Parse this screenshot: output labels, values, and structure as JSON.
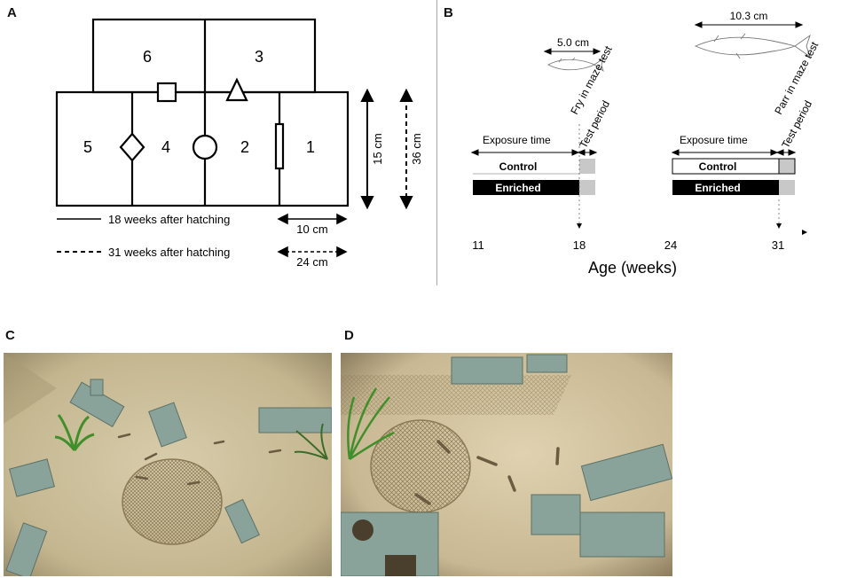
{
  "panels": {
    "a": {
      "letter": "A",
      "compartments": [
        "1",
        "2",
        "3",
        "4",
        "5",
        "6"
      ],
      "height_label": "15 cm",
      "height_label_large": "36 cm",
      "width_label": "10 cm",
      "width_label_large": "24 cm",
      "legend_solid": "18 weeks after hatching",
      "legend_dashed": "31 weeks after hatching"
    },
    "b": {
      "letter": "B",
      "fry_length": "5.0 cm",
      "parr_length": "10.3 cm",
      "fry_label": "Fry in maze test",
      "parr_label": "Parr in maze test",
      "exposure_label_1": "Exposure time",
      "exposure_label_2": "Exposure time",
      "test_period_1": "Test period",
      "test_period_2": "Test period",
      "control_1": "Control",
      "enriched_1": "Enriched",
      "control_2": "Control",
      "enriched_2": "Enriched",
      "ticks": [
        "11",
        "18",
        "24",
        "31"
      ],
      "axis_label": "Age (weeks)"
    },
    "c": {
      "letter": "C"
    },
    "d": {
      "letter": "D"
    }
  },
  "colors": {
    "tank_bg": "#cfc4a2",
    "block": "#8aa39a",
    "mesh": "#8a7a55",
    "plant": "#3f8f2a",
    "test_period_fill": "#c8c8c8",
    "enriched_fill": "#000000"
  }
}
